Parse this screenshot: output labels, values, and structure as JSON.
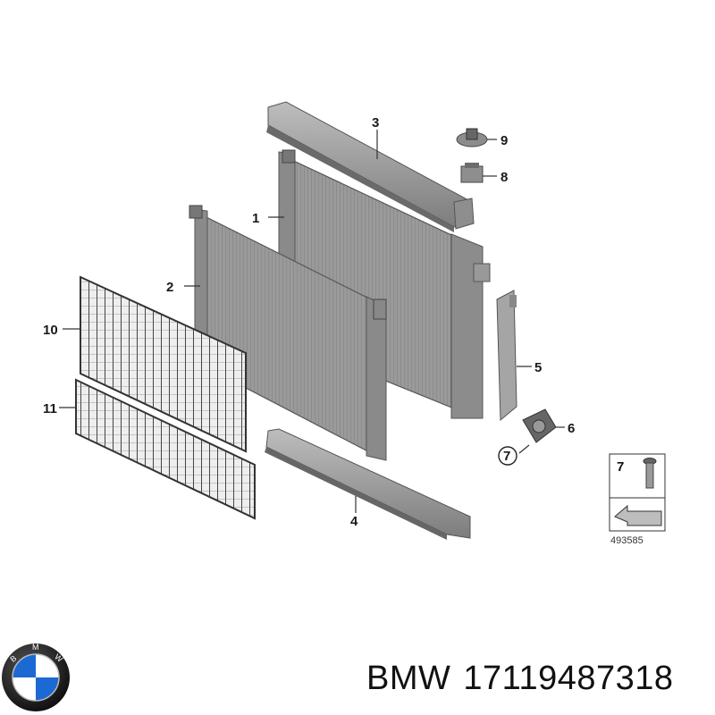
{
  "callouts": {
    "c1": "1",
    "c2": "2",
    "c3": "3",
    "c4": "4",
    "c5": "5",
    "c6": "6",
    "c7": "7",
    "c8": "8",
    "c9": "9",
    "c10": "10",
    "c11": "11"
  },
  "legend": {
    "number": "7",
    "code": "493585"
  },
  "caption": {
    "brand": "BMW",
    "part_number": "17119487318"
  },
  "logo": {
    "name": "bmw-roundel-logo",
    "lettering": "BMW",
    "colors": {
      "blue": "#1c69d4",
      "white": "#ffffff",
      "ring": "#111111"
    }
  }
}
